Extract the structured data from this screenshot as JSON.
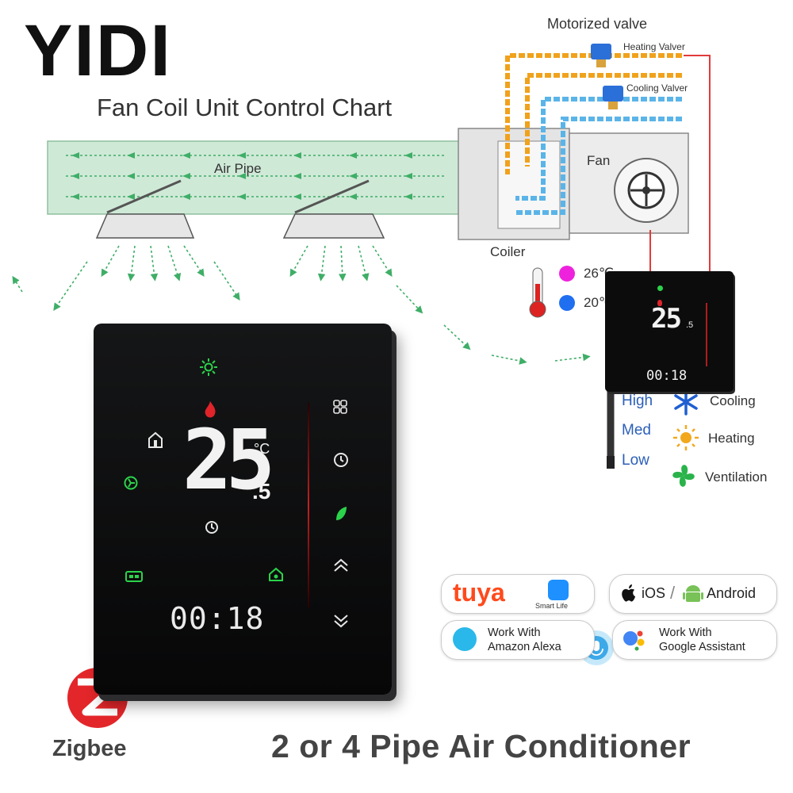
{
  "brand": "YIDI",
  "chart_title": "Fan Coil Unit Control Chart",
  "diagram": {
    "motorized_valve": "Motorized valve",
    "heating_valve": "Heating Valver",
    "cooling_valve": "Cooling Valver",
    "air_pipe": "Air Pipe",
    "fan": "Fan",
    "coiler": "Coiler",
    "temp_high": "26℃",
    "temp_low": "20℃"
  },
  "thermostat": {
    "temperature_main": "25",
    "temperature_decimal": ".5",
    "temperature_unit": "°C",
    "clock": "00:18"
  },
  "legend": {
    "speeds": [
      "High",
      "Med",
      "Low"
    ],
    "modes": [
      "Cooling",
      "Heating",
      "Ventilation"
    ]
  },
  "badges": {
    "tuya": "tuya",
    "smart_life": "Smart Life",
    "ios": "iOS",
    "android": "Android",
    "alexa": "Work With\nAmazon Alexa",
    "google": "Work With\nGoogle Assistant"
  },
  "zigbee": "Zigbee",
  "bottom_title": "2 or 4 Pipe Air Conditioner",
  "colors": {
    "pipe_heat": "#f0a21c",
    "pipe_cool": "#5ab4e8",
    "air_green": "#3fae67",
    "duct_fill": "#cfe9d7",
    "digit_white": "#f2f2f2",
    "icon_green": "#2bd34a",
    "icon_red": "#e0242a",
    "dot_magenta": "#ee22dd",
    "dot_blue": "#1f6ff0",
    "zigbee_red": "#e3262a"
  }
}
